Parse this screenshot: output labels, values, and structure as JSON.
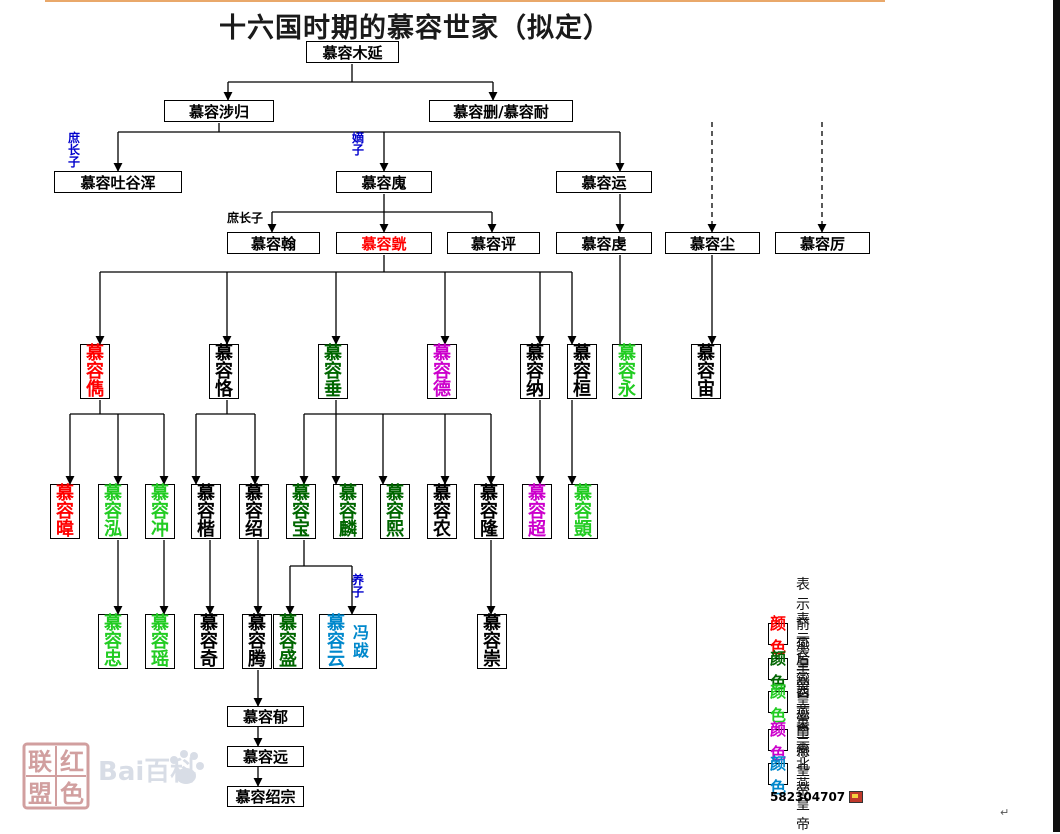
{
  "title": "十六国时期的慕容世家（拟定）",
  "colors": {
    "default": "#000000",
    "former_yan": "#ff0000",
    "later_yan": "#006600",
    "western_yan": "#22cc22",
    "southern_yan": "#cc00cc",
    "northern_yan": "#0088cc",
    "annotation": "#0000cc",
    "edge": "#000000"
  },
  "nodes": [
    {
      "id": "muyan",
      "name": "慕容木延",
      "color": "default"
    },
    {
      "id": "shegui",
      "name": "慕容涉归",
      "color": "default"
    },
    {
      "id": "shan",
      "name": "慕容删/慕容耐",
      "color": "default"
    },
    {
      "id": "tuyuhun",
      "name": "慕容吐谷浑",
      "color": "default"
    },
    {
      "id": "hui",
      "name": "慕容廆",
      "color": "default"
    },
    {
      "id": "yun",
      "name": "慕容运",
      "color": "default"
    },
    {
      "id": "han",
      "name": "慕容翰",
      "color": "default"
    },
    {
      "id": "huang",
      "name": "慕容皝",
      "color": "former_yan"
    },
    {
      "id": "ping",
      "name": "慕容评",
      "color": "default"
    },
    {
      "id": "du",
      "name": "慕容虔",
      "color": "default"
    },
    {
      "id": "chen",
      "name": "慕容尘",
      "color": "default"
    },
    {
      "id": "li",
      "name": "慕容厉",
      "color": "default"
    },
    {
      "id": "jun",
      "name": "慕容儁",
      "color": "former_yan"
    },
    {
      "id": "ke",
      "name": "慕容恪",
      "color": "default"
    },
    {
      "id": "chui",
      "name": "慕容垂",
      "color": "later_yan"
    },
    {
      "id": "de",
      "name": "慕容德",
      "color": "southern_yan"
    },
    {
      "id": "na",
      "name": "慕容纳",
      "color": "default"
    },
    {
      "id": "huan",
      "name": "慕容桓",
      "color": "default"
    },
    {
      "id": "yong",
      "name": "慕容永",
      "color": "western_yan"
    },
    {
      "id": "zhou",
      "name": "慕容宙",
      "color": "default"
    },
    {
      "id": "wei",
      "name": "慕容暐",
      "color": "former_yan"
    },
    {
      "id": "hong",
      "name": "慕容泓",
      "color": "western_yan"
    },
    {
      "id": "chong",
      "name": "慕容冲",
      "color": "western_yan"
    },
    {
      "id": "kai",
      "name": "慕容楷",
      "color": "default"
    },
    {
      "id": "shao",
      "name": "慕容绍",
      "color": "default"
    },
    {
      "id": "bao",
      "name": "慕容宝",
      "color": "later_yan"
    },
    {
      "id": "lin",
      "name": "慕容麟",
      "color": "later_yan"
    },
    {
      "id": "xi",
      "name": "慕容熙",
      "color": "later_yan"
    },
    {
      "id": "nong",
      "name": "慕容农",
      "color": "default"
    },
    {
      "id": "long",
      "name": "慕容隆",
      "color": "default"
    },
    {
      "id": "chao",
      "name": "慕容超",
      "color": "southern_yan"
    },
    {
      "id": "ti",
      "name": "慕容顗",
      "color": "western_yan"
    },
    {
      "id": "zhong",
      "name": "慕容忠",
      "color": "western_yan"
    },
    {
      "id": "yao",
      "name": "慕容瑶",
      "color": "western_yan"
    },
    {
      "id": "qi",
      "name": "慕容奇",
      "color": "default"
    },
    {
      "id": "teng",
      "name": "慕容腾",
      "color": "default"
    },
    {
      "id": "sheng",
      "name": "慕容盛",
      "color": "later_yan"
    },
    {
      "id": "yunbei",
      "name": "慕容云",
      "color": "northern_yan",
      "second_name": "冯跋"
    },
    {
      "id": "chong2",
      "name": "慕容崇",
      "color": "default"
    },
    {
      "id": "yu",
      "name": "慕容郁",
      "color": "default"
    },
    {
      "id": "yuan",
      "name": "慕容远",
      "color": "default"
    },
    {
      "id": "shaozong",
      "name": "慕容绍宗",
      "color": "default"
    }
  ],
  "annotations": {
    "tuyuhun": "庶长子",
    "hui": "嫡子",
    "han": "庶长子",
    "yunbei": "养子"
  },
  "legend": [
    {
      "swatch": "颜色",
      "color": "former_yan",
      "label": "表示前燕皇帝"
    },
    {
      "swatch": "颜色",
      "color": "later_yan",
      "label": "表示后燕皇帝"
    },
    {
      "swatch": "颜色",
      "color": "western_yan",
      "label": "表示西燕皇帝"
    },
    {
      "swatch": "颜色",
      "color": "southern_yan",
      "label": "表示南燕皇帝"
    },
    {
      "swatch": "颜色",
      "color": "northern_yan",
      "label": "表示北燕皇帝"
    }
  ],
  "author_id": "582304707",
  "watermark": {
    "seal_chars": [
      "联",
      "红",
      "盟",
      "色"
    ],
    "brand_text": "Bai百科"
  },
  "corner_mark": "↵"
}
